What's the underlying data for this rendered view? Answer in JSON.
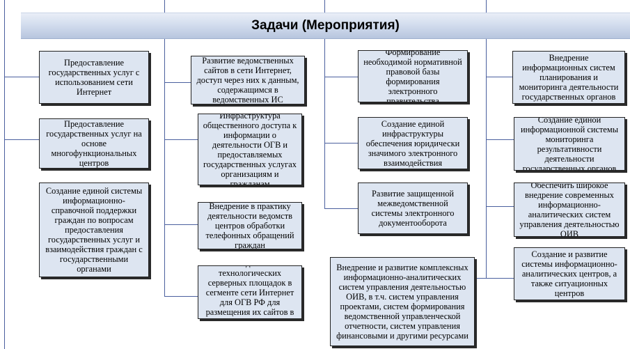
{
  "header": {
    "title": "Задачи (Мероприятия)"
  },
  "columns": [
    {
      "items": [
        "Предоставление государственных услуг с использованием сети Интернет",
        "Предоставление государственных услуг на основе многофункциональных центров",
        "Создание единой системы информационно-справочной поддержки граждан по вопросам предоставления государственных услуг и взаимодействия граждан с государственными органами"
      ]
    },
    {
      "items": [
        "Развитие ведомственных сайтов в сети Интернет, доступ через них к данным, содержащимся в ведомственных ИС",
        "Инфраструктура общественного доступа к информации о деятельности ОГВ и предоставляемых государственных услугах организациям и гражданам",
        "Внедрение в практику деятельности ведомств центров обработки телефонных обращений граждан",
        "Создание технологических серверных площадок в сегменте сети Интернет для ОГВ РФ для размещения их сайтов в сети Интернет"
      ]
    },
    {
      "items": [
        "Формирование необходимой нормативной правовой базы формирования электронного правительства",
        "Создание единой инфраструктуры обеспечения юридически значимого электронного взаимодействия",
        "Развитие защищенной межведомственной системы электронного документооборота",
        "Внедрение и развитие комплексных информационно-аналитических систем управления деятельностью ОИВ, в т.ч. систем управления проектами, систем формирования ведомственной управленческой отчетности, систем управления финансовыми и другими ресурсами"
      ]
    },
    {
      "items": [
        "Внедрение информационных систем планирования и мониторинга деятельности государственных органов",
        "Создание единой информационной системы мониторинга результативности деятельности государственных органов",
        "Обеспечить широкое внедрение современных информационно-аналитических систем управления деятельностью ОИВ",
        "Создание и развитие системы информационно-аналитических центров, а также ситуационных центров"
      ]
    }
  ]
}
